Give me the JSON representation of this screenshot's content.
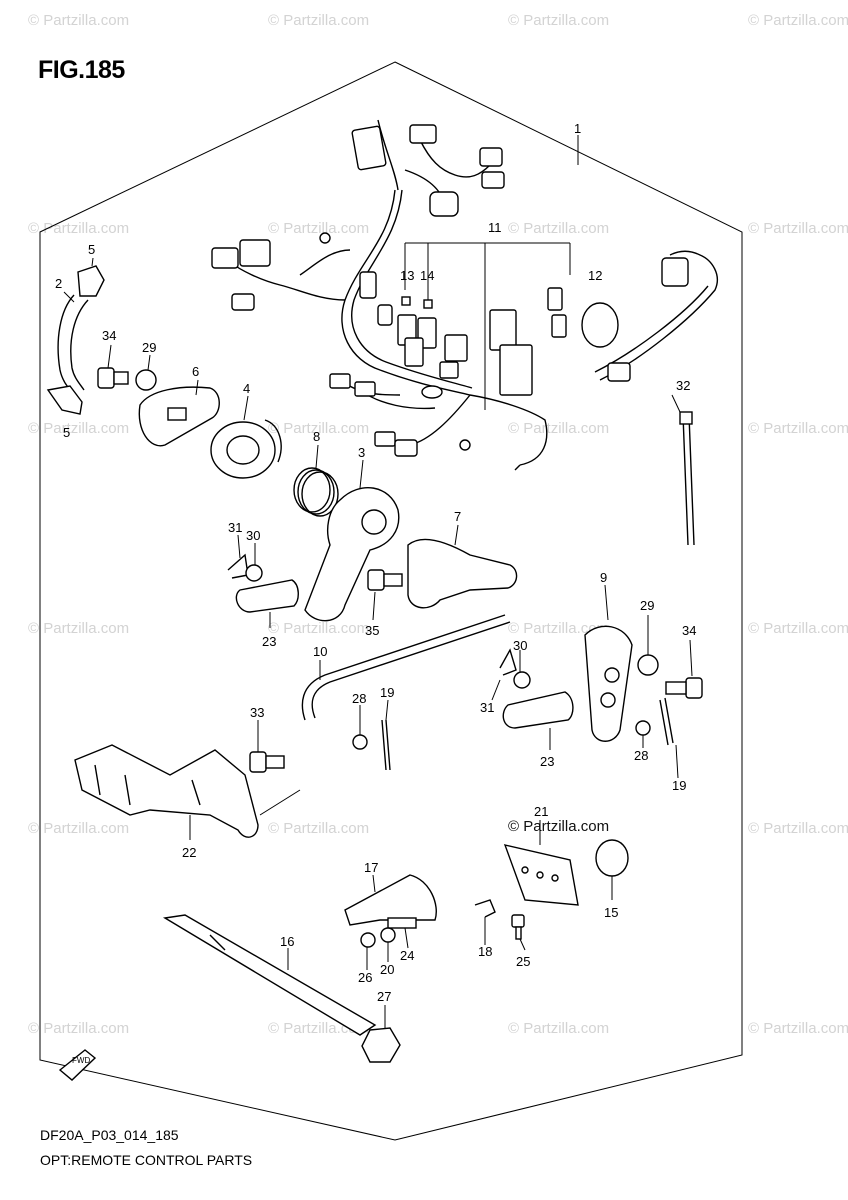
{
  "figure": {
    "title": "FIG.185",
    "code": "DF20A_P03_014_185",
    "name": "OPT:REMOTE CONTROL PARTS"
  },
  "watermark": {
    "text": "© Partzilla.com",
    "prominent_text": "© Partzilla.com"
  },
  "fwd_label": "FWD",
  "callouts": {
    "c1": "1",
    "c2": "2",
    "c3": "3",
    "c4": "4",
    "c5a": "5",
    "c5b": "5",
    "c6": "6",
    "c7": "7",
    "c8": "8",
    "c9": "9",
    "c10": "10",
    "c11": "11",
    "c12": "12",
    "c13": "13",
    "c14": "14",
    "c15": "15",
    "c16": "16",
    "c17": "17",
    "c18": "18",
    "c19a": "19",
    "c19b": "19",
    "c20": "20",
    "c21": "21",
    "c22": "22",
    "c23a": "23",
    "c23b": "23",
    "c24": "24",
    "c25": "25",
    "c26": "26",
    "c27": "27",
    "c28a": "28",
    "c28b": "28",
    "c29a": "29",
    "c29b": "29",
    "c30a": "30",
    "c30b": "30",
    "c31a": "31",
    "c31b": "31",
    "c32": "32",
    "c33": "33",
    "c34a": "34",
    "c34b": "34",
    "c35": "35"
  },
  "colors": {
    "line": "#000000",
    "watermark": "#d3d3d3",
    "background": "#ffffff"
  }
}
